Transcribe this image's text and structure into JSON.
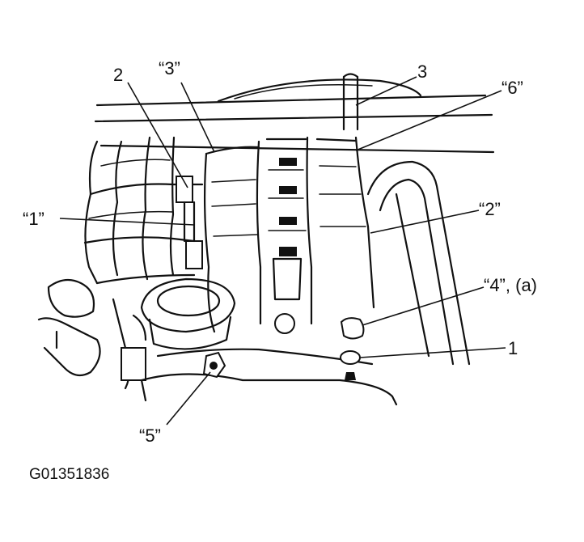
{
  "labels": {
    "item_2": "2",
    "ref_3": "“3”",
    "item_3": "3",
    "ref_6": "“6”",
    "ref_1": "“1”",
    "ref_2": "“2”",
    "ref_4a": "“4”, (a)",
    "item_1": "1",
    "ref_5": "“5”"
  },
  "figure_id": "G01351836"
}
